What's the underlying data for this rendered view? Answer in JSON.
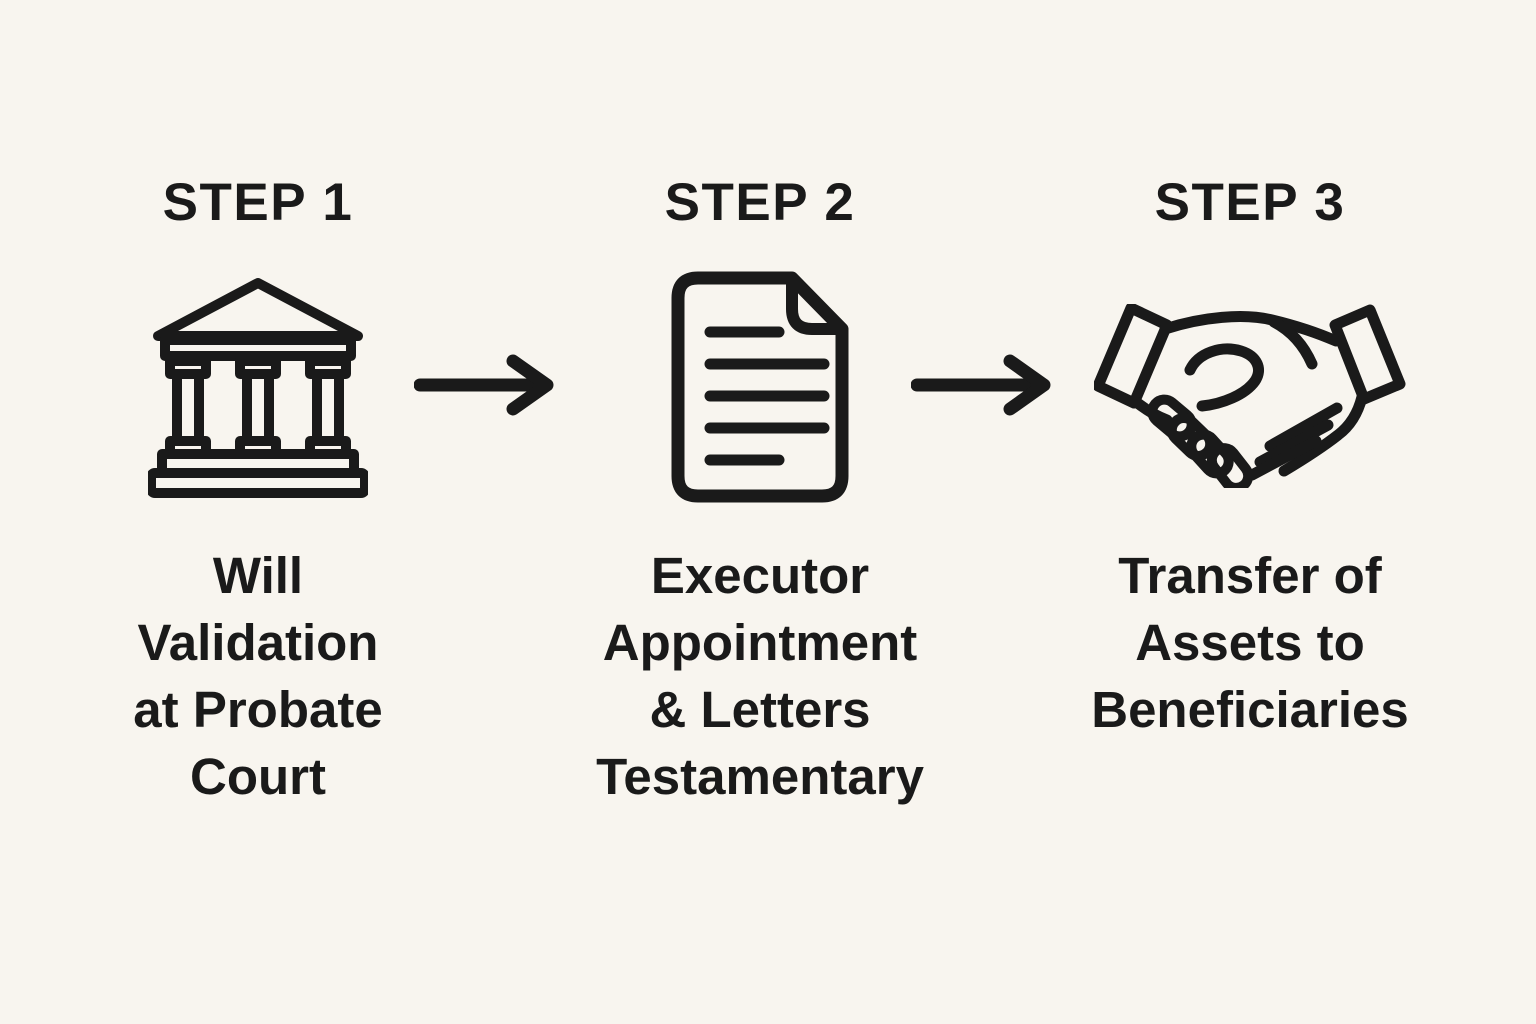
{
  "page": {
    "background": "#F8F5EF",
    "ink": "#1A1A1A",
    "description": "Three-step probate process diagram"
  },
  "steps": [
    {
      "heading": "STEP 1",
      "icon": "courthouse-icon",
      "label_lines": [
        "Will",
        "Validation",
        "at Probate",
        "Court"
      ]
    },
    {
      "heading": "STEP 2",
      "icon": "document-icon",
      "label_lines": [
        "Executor",
        "Appointment",
        "& Letters",
        "Testamentary"
      ]
    },
    {
      "heading": "STEP 3",
      "icon": "handshake-icon",
      "label_lines": [
        "Transfer of",
        "Assets to",
        "Beneficiaries"
      ]
    }
  ],
  "connectors": [
    {
      "icon": "arrow-right-icon"
    },
    {
      "icon": "arrow-right-icon"
    }
  ]
}
